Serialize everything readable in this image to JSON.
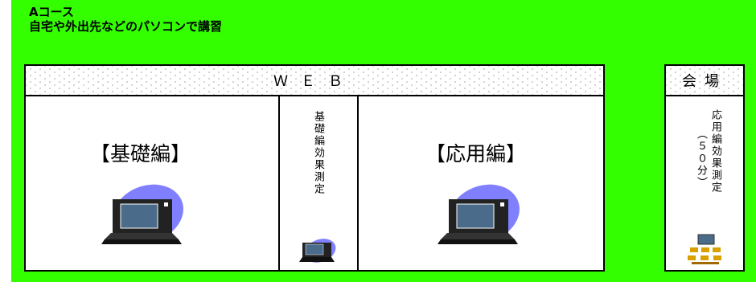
{
  "title": {
    "line1": "Aコース",
    "line2": "自宅や外出先などのパソコンで講習"
  },
  "web": {
    "label": "ＷＥＢ",
    "basic_label": "【基礎編】",
    "basic_test_label": "基礎編効果測定",
    "applied_label": "【応用編】"
  },
  "venue": {
    "label": "会場",
    "test_label_1": "応用編効果測定",
    "test_label_2": "（５０分）"
  },
  "colors": {
    "background": "#33ff00",
    "laptop_screen": "#4a6b8a",
    "blob": "#8080ff",
    "seat": "#d9a000"
  },
  "icons": {
    "laptop": "laptop-icon",
    "seminar": "seminar-seats-icon"
  }
}
